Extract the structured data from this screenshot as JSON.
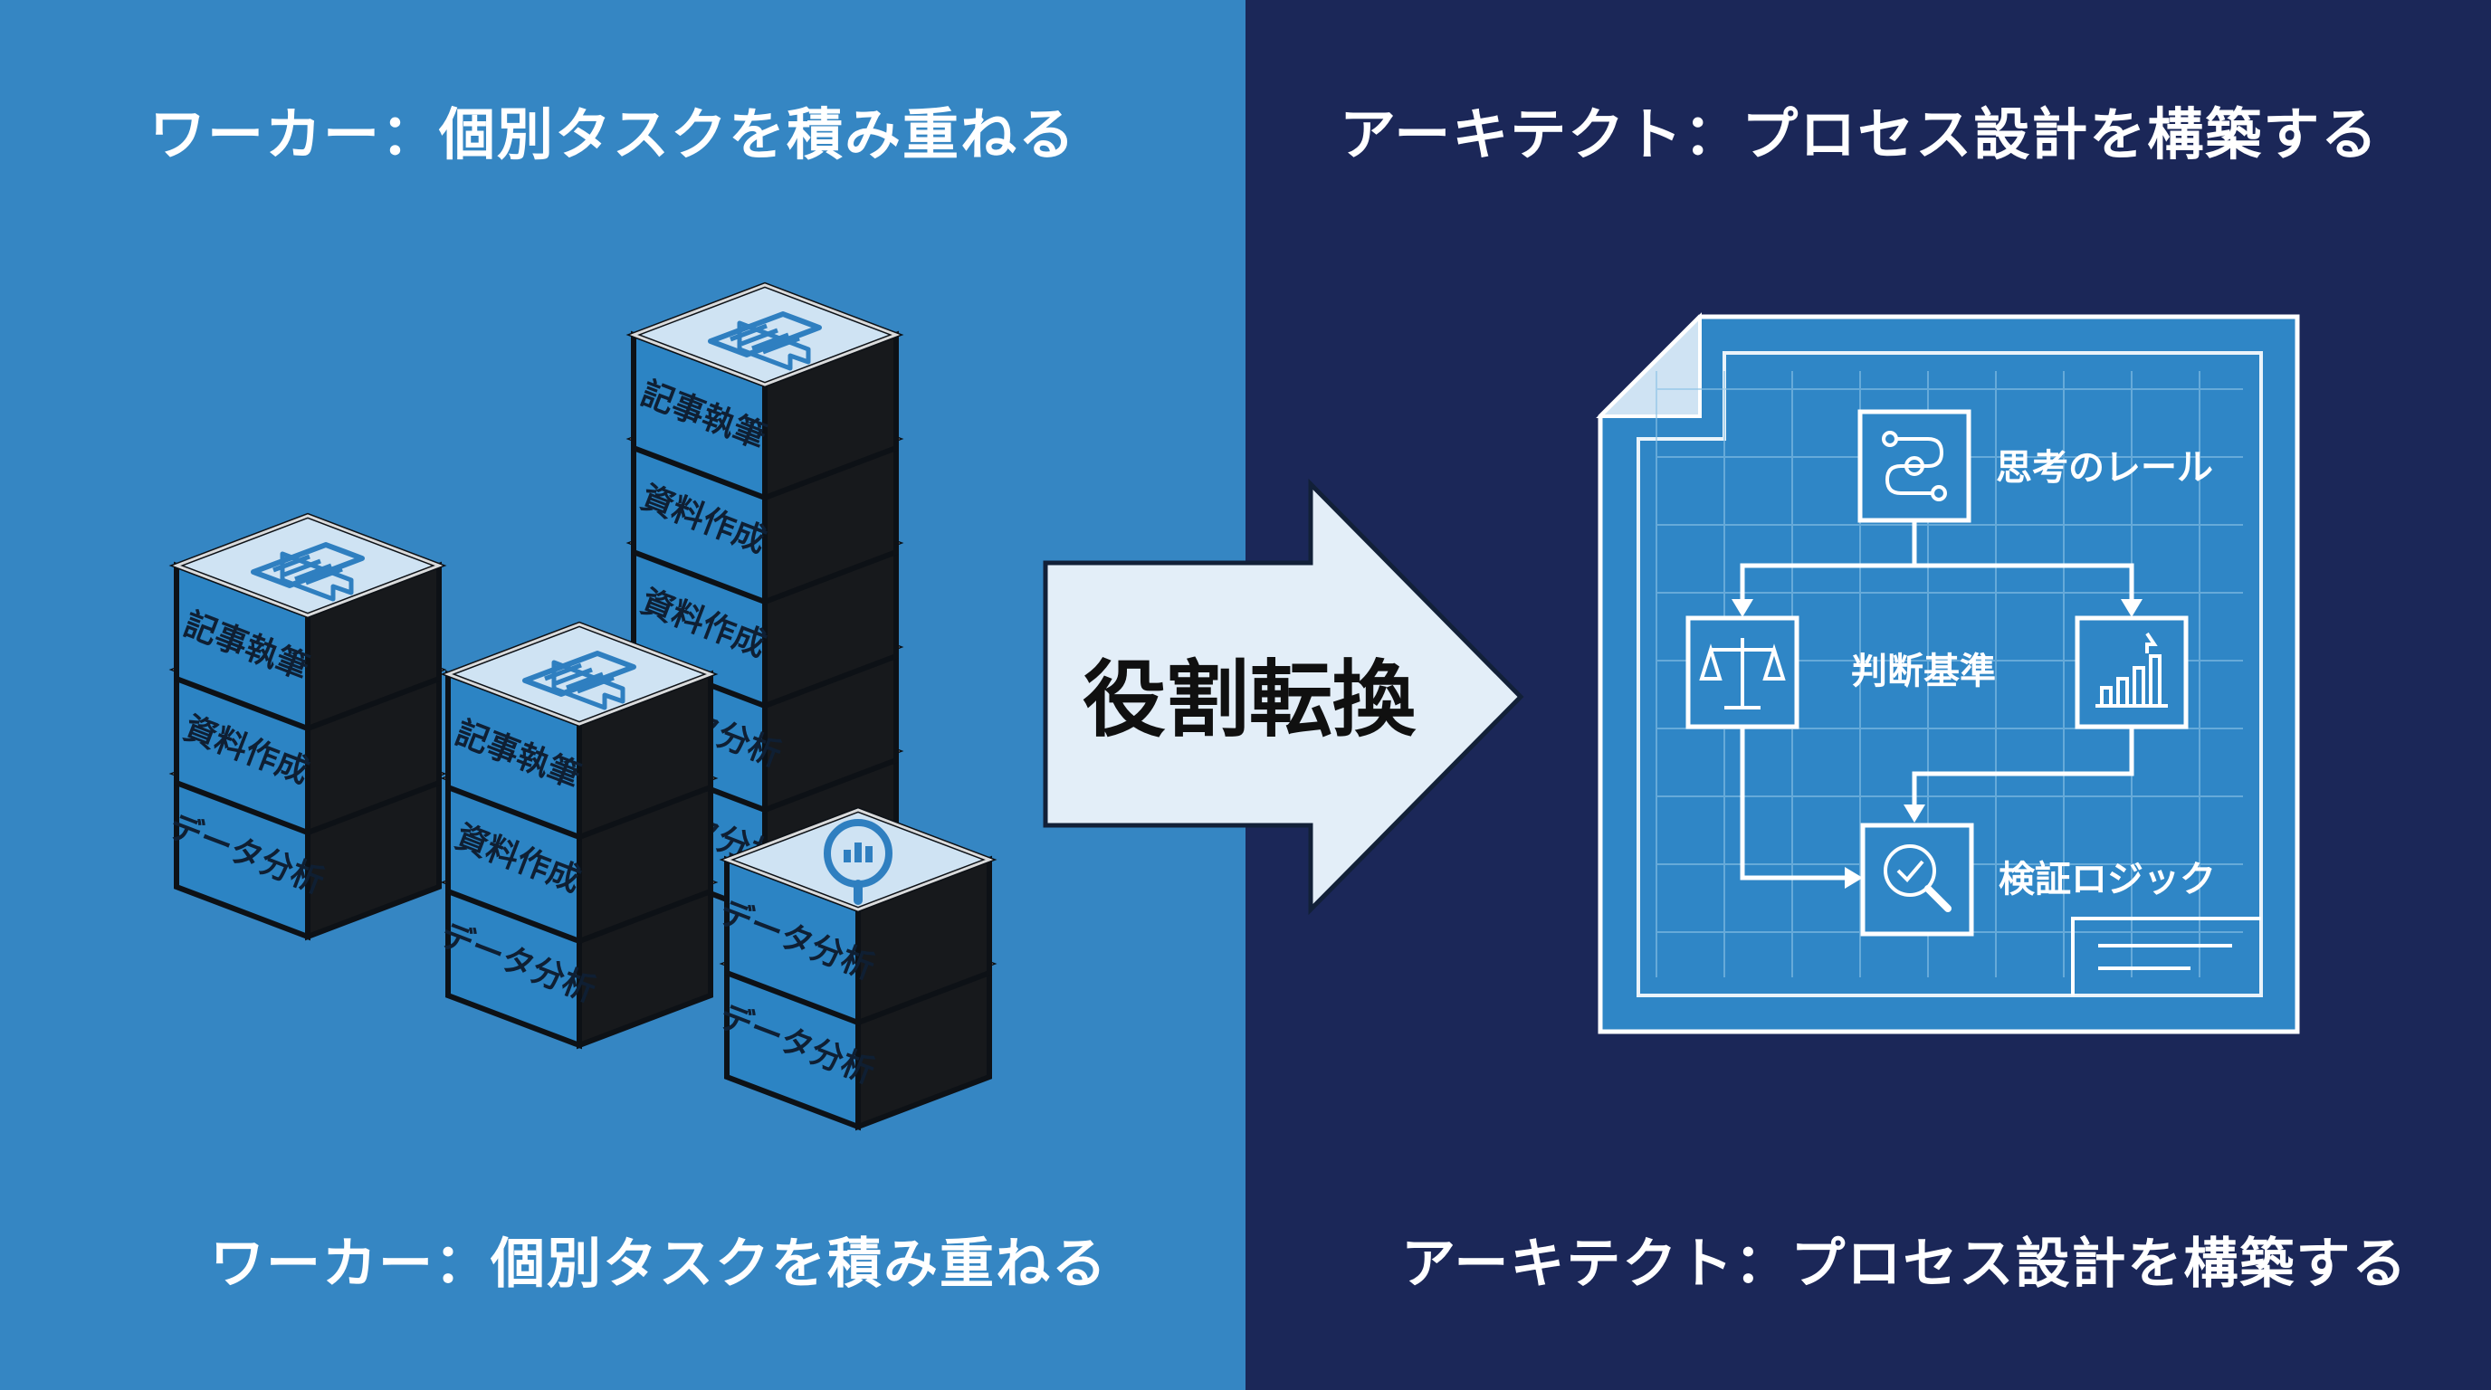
{
  "left": {
    "title_top": "ワーカー：個別タスクを積み重ねる",
    "title_bottom": "ワーカー：個別タスクを積み重ねる",
    "tasks": {
      "writing": "記事執筆",
      "documents": "資料作成",
      "analysis": "データ分析"
    }
  },
  "center": {
    "transition_label": "役割転換"
  },
  "right": {
    "title_top": "アーキテクト：プロセス設計を構築する",
    "title_bottom": "アーキテクト：プロセス設計を構築する",
    "nodes": {
      "thinking_rail": "思考のレール",
      "judgment_criteria": "判断基準",
      "verification_logic": "検証ロジック"
    }
  },
  "colors": {
    "left_bg": "#3586c3",
    "right_bg": "#1b2758",
    "blueprint_bg": "#2f86c6",
    "cube_dark": "#17191c",
    "cube_top": "#cfe3f3",
    "arrow_fill": "#e3eef8"
  }
}
